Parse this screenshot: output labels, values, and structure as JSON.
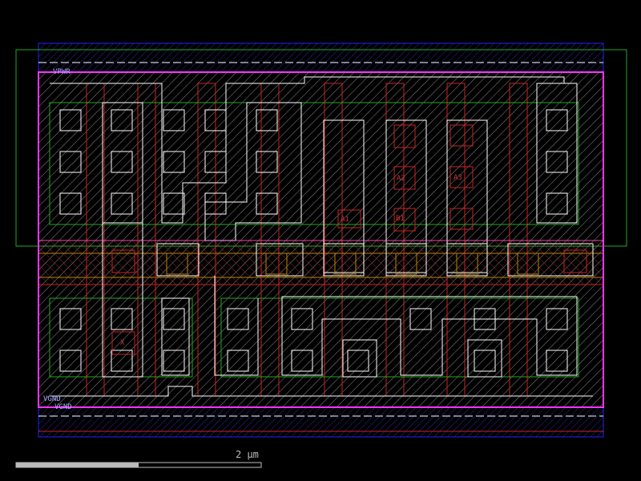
{
  "labels": {
    "vpwr": "VPWR",
    "vgnd": "VGND",
    "vgnd_alt": "VGND",
    "pin_a1": "A1",
    "pin_a2": "A2",
    "pin_a3": "A3",
    "pin_b1": "B1",
    "pin_x": "X"
  },
  "scale_bar": {
    "label": "2 µm",
    "fill_fraction": 0.5
  },
  "colors": {
    "background": "#000000",
    "metal1_boundary": "#ff33ff",
    "metal1_hatch": "#bbbbbb",
    "nwell": "#22aa22",
    "poly": "#cc2222",
    "diff": "#bb8800",
    "li": "#ffffff",
    "power_rail": "#2222ff",
    "scale_text": "#bbbbbb"
  }
}
